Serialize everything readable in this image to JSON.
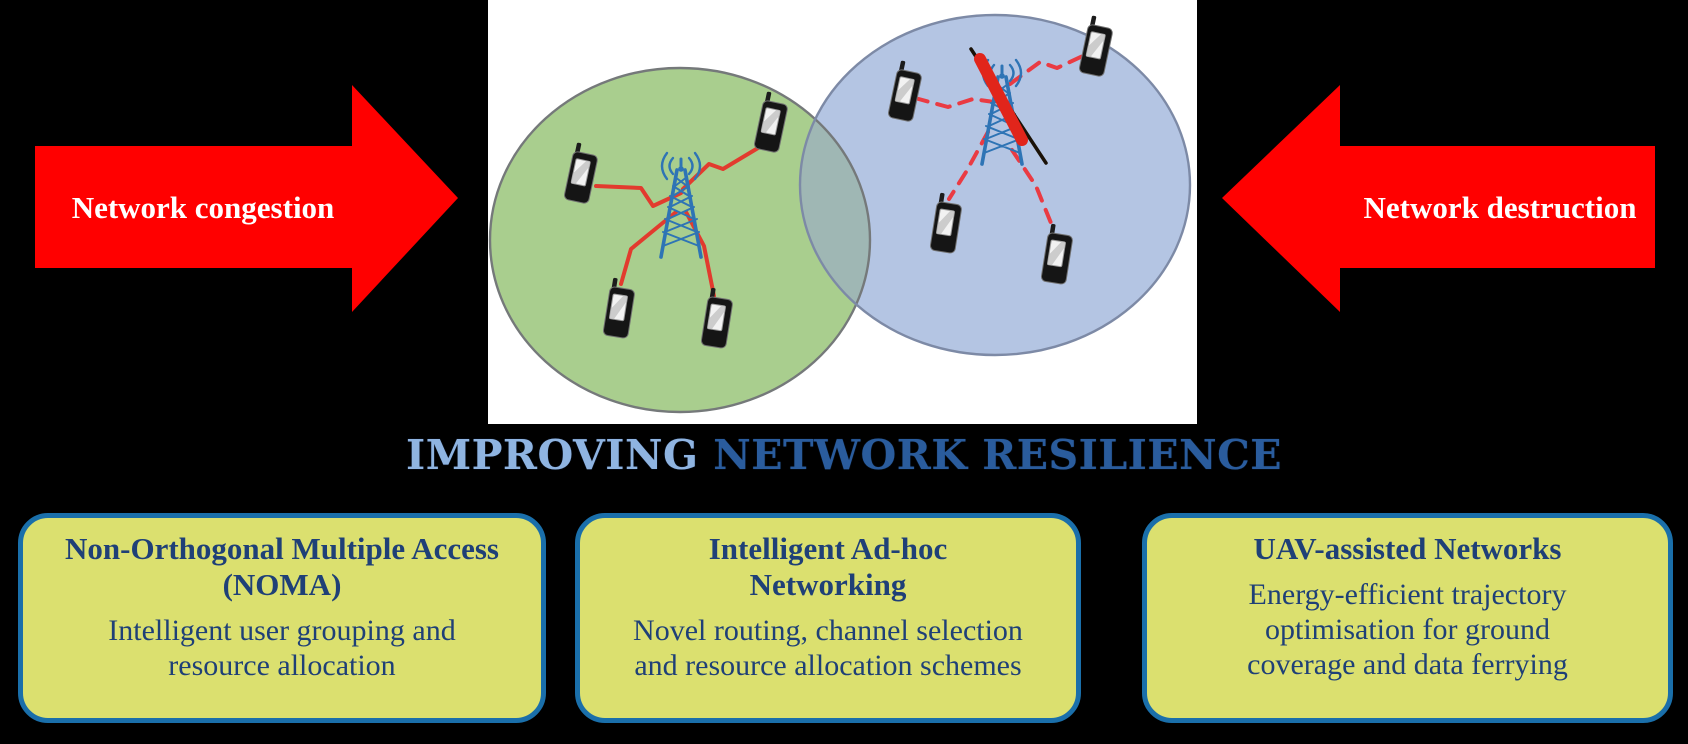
{
  "title": {
    "word1": "IMPROVING",
    "word2": " NETWORK RESILIENCE"
  },
  "arrows": {
    "left": {
      "label": "Network congestion"
    },
    "right": {
      "label": "Network destruction"
    }
  },
  "colors": {
    "background": "#000000",
    "arrow_red": "#FF0000",
    "arrow_text": "#FFFFFF",
    "title_light_blue": "#8FB4E1",
    "title_dark_blue": "#2A5C9D",
    "panel_white": "#FFFFFF",
    "zone_green": "#A9CE8E",
    "zone_blue": "#B4C5E3",
    "zone_overlap": "#9FB7B4",
    "tower_blue": "#2E74B5",
    "active_link_red": "#E23B2E",
    "broken_link_red": "#EA3B43",
    "destruction_red": "#E1251B",
    "box_fill": "#DBE06F",
    "box_border": "#1A6FAA",
    "box_text": "#1F4077"
  },
  "boxes": [
    {
      "title": "Non-Orthogonal Multiple Access\n(NOMA)",
      "body": "Intelligent user grouping and\nresource allocation"
    },
    {
      "title": "Intelligent Ad-hoc\nNetworking",
      "body": "Novel routing, channel selection\nand resource allocation schemes"
    },
    {
      "title": "UAV-assisted Networks",
      "body": "Energy-efficient trajectory\noptimisation for ground\ncoverage and data ferrying"
    }
  ]
}
